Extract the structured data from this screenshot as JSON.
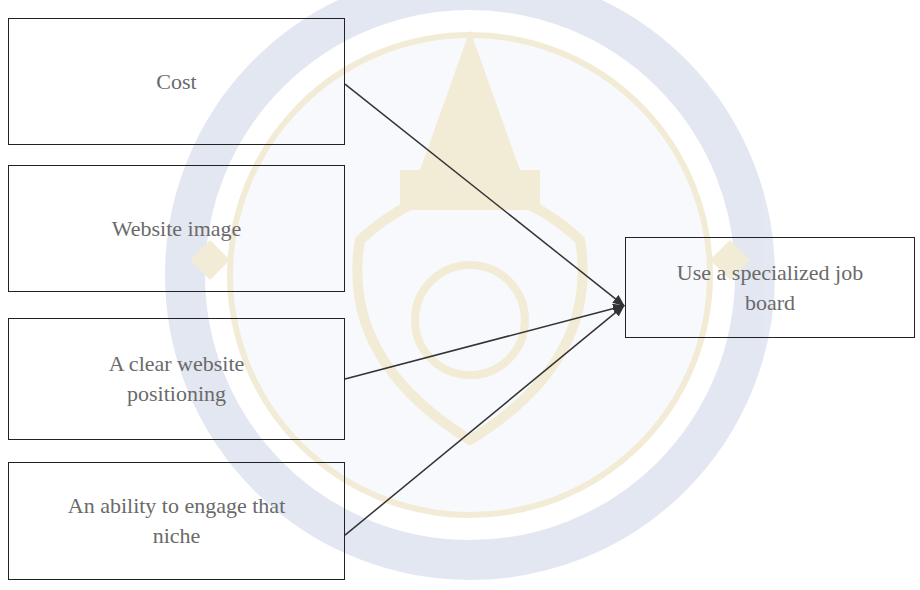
{
  "diagram": {
    "nodes": [
      {
        "text": [
          "Cost"
        ]
      },
      {
        "text": [
          "Website image"
        ]
      },
      {
        "text": [
          "A clear website positioning"
        ]
      },
      {
        "text": [
          "An ability to engage that niche"
        ]
      },
      {
        "text": [
          "Use a specialized job board"
        ]
      }
    ],
    "edges": [
      {
        "from": 0,
        "to": 4,
        "arrow": "to"
      },
      {
        "from": 2,
        "to": 4,
        "arrow": "to"
      },
      {
        "from": 3,
        "to": 4,
        "arrow": "to"
      }
    ]
  }
}
